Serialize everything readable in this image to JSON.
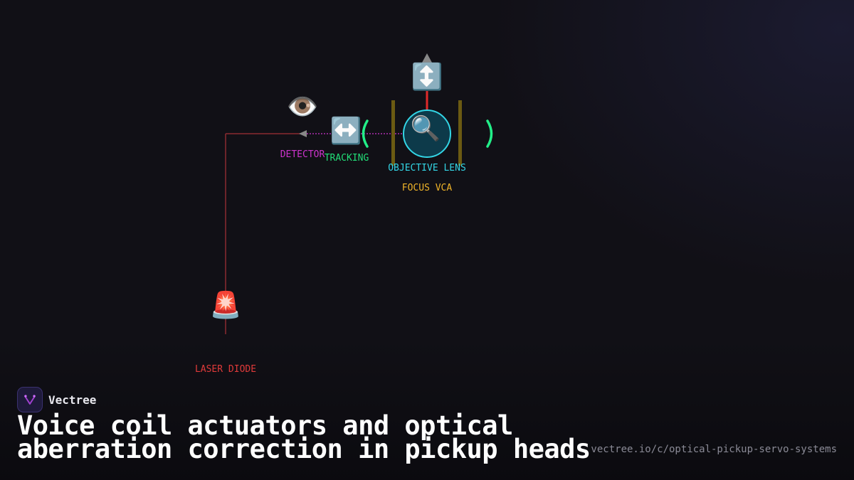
{
  "diagram": {
    "labels": {
      "detector": "DETECTOR",
      "tracking": "TRACKING",
      "objective_lens": "OBJECTIVE LENS",
      "focus_vca": "FOCUS VCA",
      "laser_diode": "LASER DIODE"
    },
    "icons": {
      "detector": "👁️",
      "tracking": "↔️",
      "focus": "↕️",
      "lens": "🔍",
      "laser": "🚨"
    },
    "colors": {
      "detector": "#cc33cc",
      "tracking": "#22dd77",
      "objective_lens": "#33d6e6",
      "focus_vca": "#f0b429",
      "laser_diode": "#e03a3a",
      "beam": "#8a2a30",
      "magnet": "#6b5a12",
      "arc": "#22ee88"
    }
  },
  "footer": {
    "brand": "Vectree",
    "title": "Voice coil actuators and optical aberration correction in pickup heads",
    "url": "vectree.io/c/optical-pickup-servo-systems"
  }
}
